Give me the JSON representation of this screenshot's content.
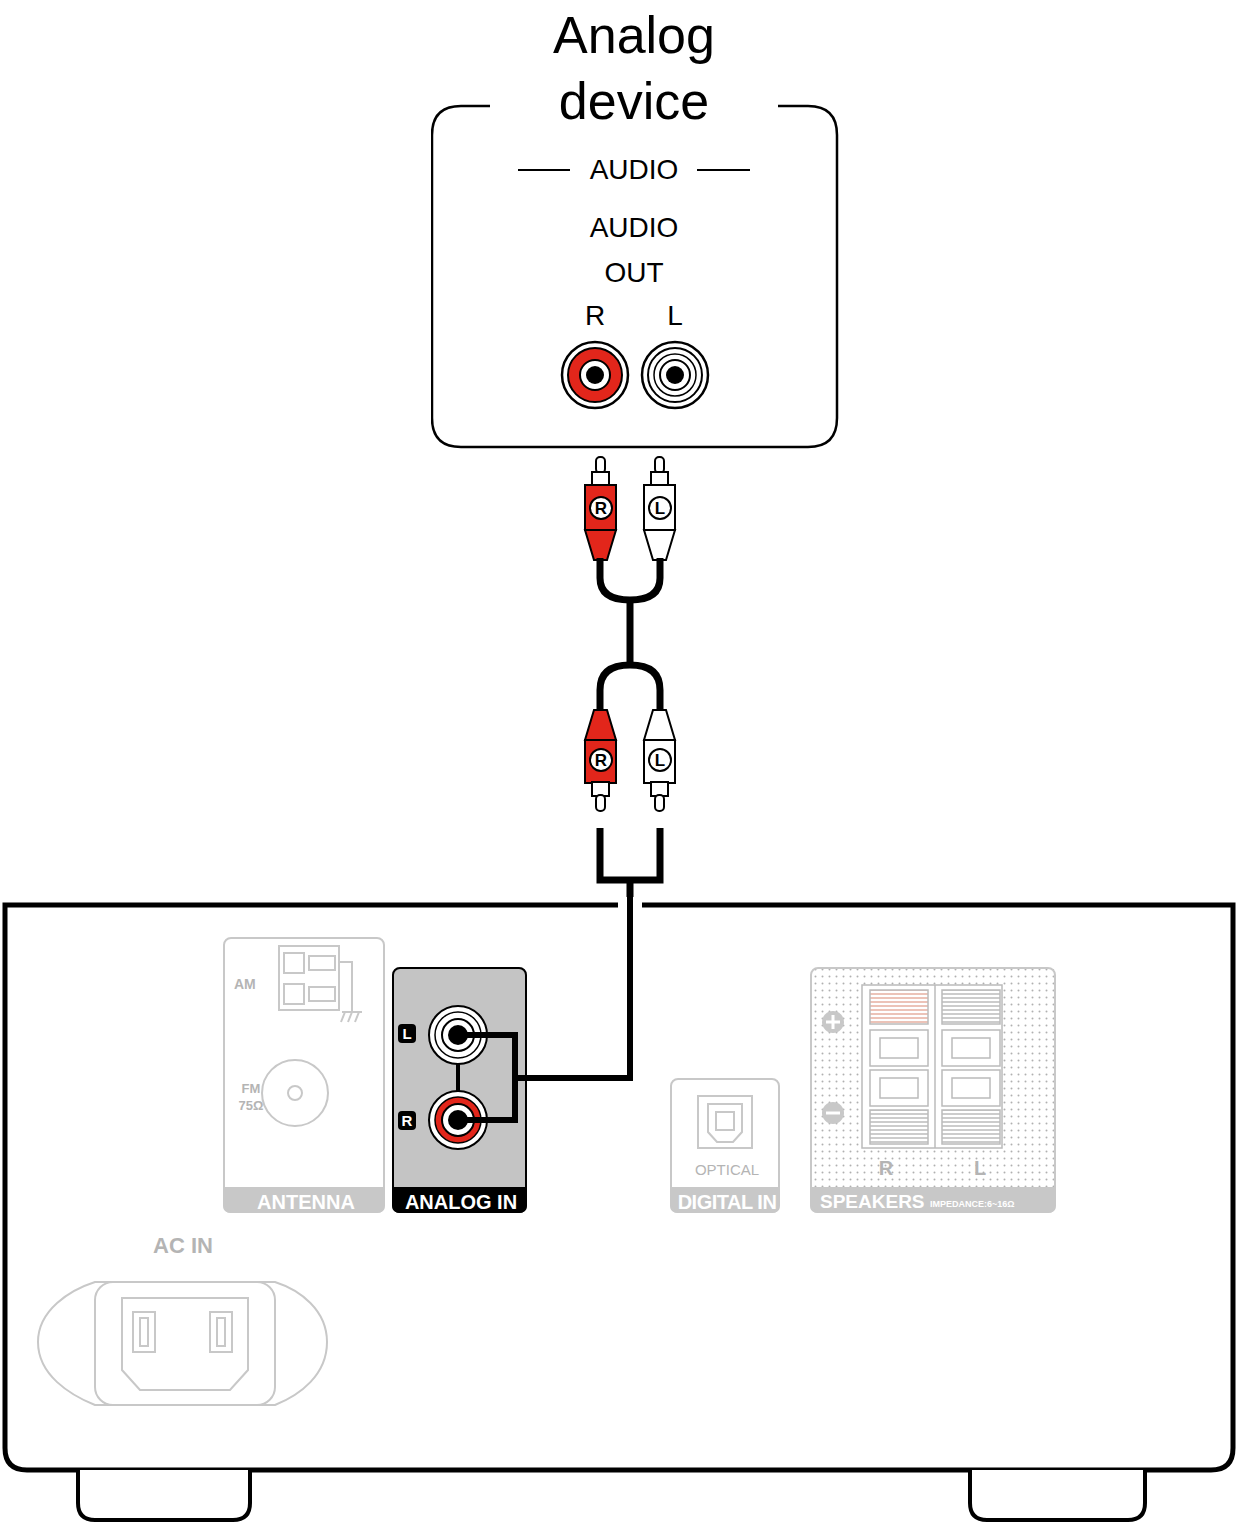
{
  "diagram": {
    "nodes": [
      {
        "text": [
          "Analog device",
          "AUDIO",
          "AUDIO OUT"
        ]
      },
      {
        "text": [
          "AC IN"
        ]
      },
      {
        "text": [
          "AM",
          "FM 75Ω",
          "ANTENNA"
        ],
        "in": 1
      },
      {
        "text": [
          "ANALOG IN"
        ],
        "in": 1
      },
      {
        "text": [
          "OPTICAL",
          "DIGITAL IN"
        ],
        "in": 1
      },
      {
        "text": [
          "SPEAKERS",
          "IMPEDANCE:6~16Ω"
        ],
        "in": 1
      }
    ],
    "edges": [
      {
        "from": 0,
        "to": 3,
        "arrow": "none"
      }
    ],
    "labels": [
      "R",
      "L",
      "R",
      "L",
      "R",
      "L",
      "L",
      "R",
      "R",
      "L"
    ]
  }
}
